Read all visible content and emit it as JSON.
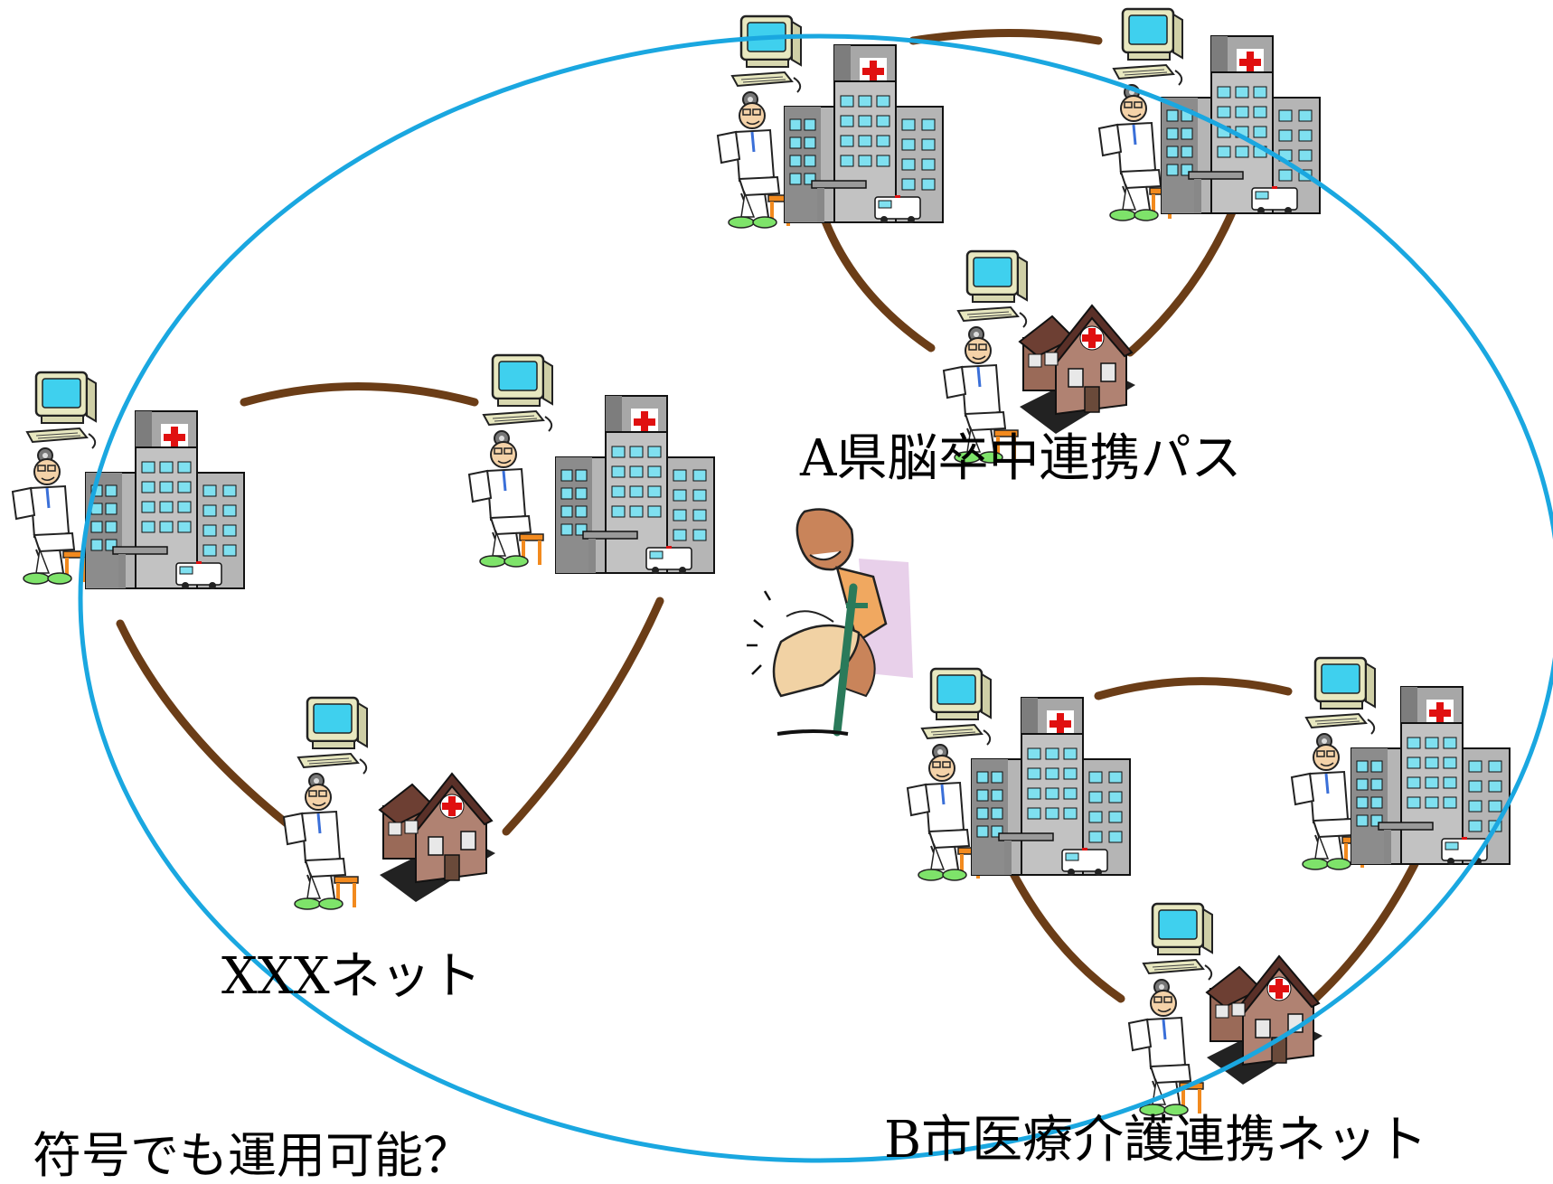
{
  "labels": {
    "network_left": "XXXネット",
    "network_top_right": "A県脳卒中連携パス",
    "network_bottom_right": "B市医療介護連携ネット",
    "question": "符号でも運用可能？"
  },
  "colors": {
    "outer_ellipse": "#1aa7e0",
    "connector": "#6b3d17",
    "hospital_cross": "#e01010",
    "screen": "#3fd0ee",
    "building_window": "#7fe0f0",
    "clinic_roof": "#8a4a3a"
  },
  "icons": {
    "hospital": "hospital-building-icon",
    "clinic": "clinic-house-icon",
    "doctor": "doctor-at-computer-icon",
    "patient": "patient-with-crutch-icon"
  }
}
